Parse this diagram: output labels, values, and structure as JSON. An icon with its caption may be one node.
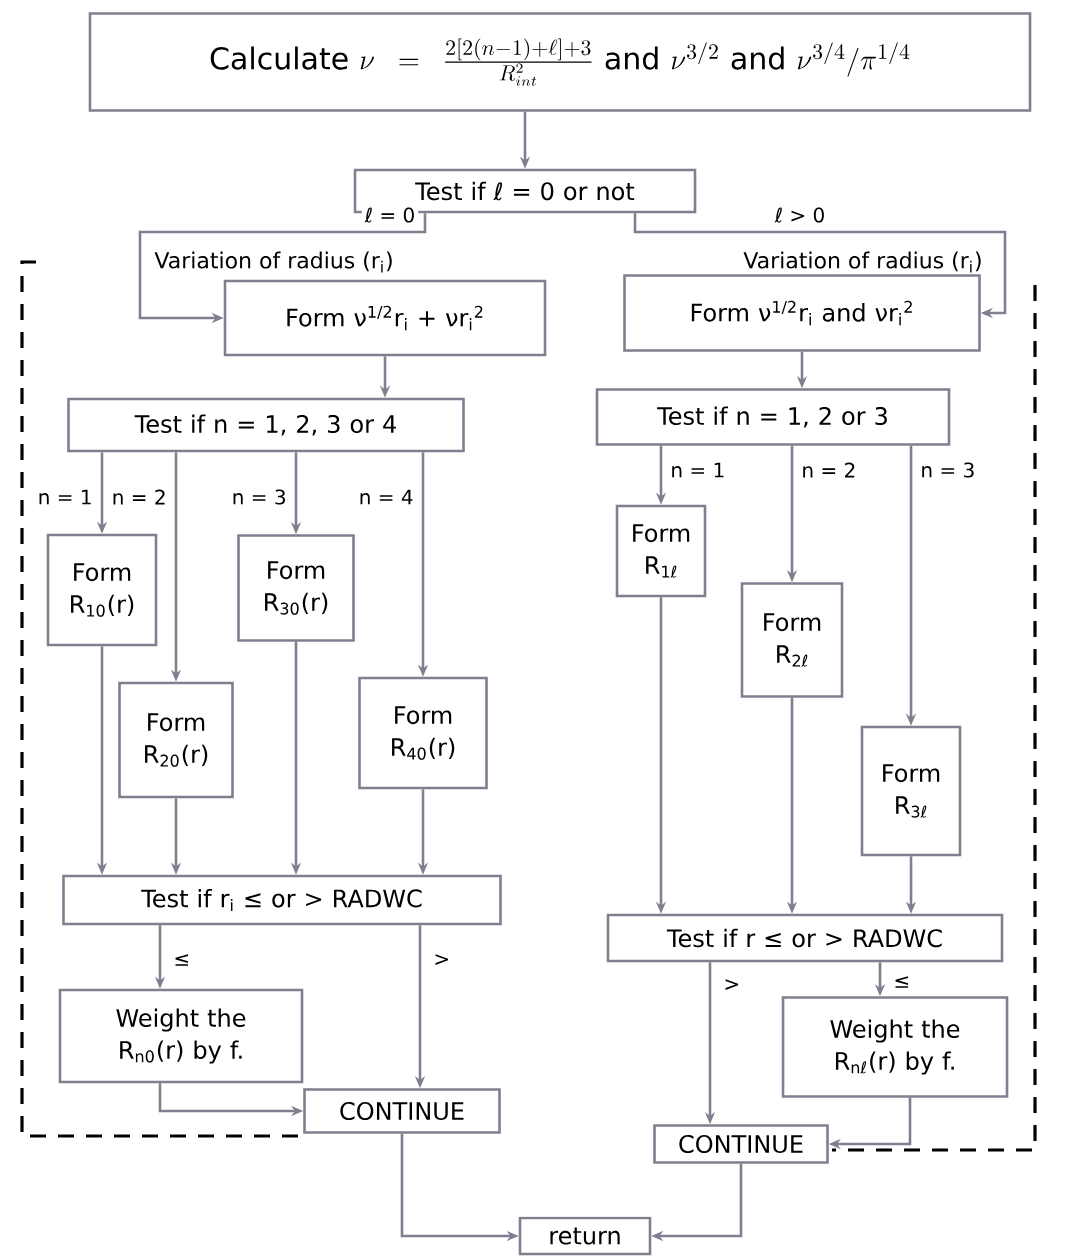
{
  "diagram": {
    "nodes": [
      {
        "text": [
          "\\text{Calculate } \\nu = \\frac{2[2(n-1)+\\ell]+3}{R_{int}^{2}} \\text{ and } \\nu^{3/2} \\text{ and } \\nu^{3/4}/\\pi^{1/4}"
        ]
      },
      {
        "text": [
          "Test if ℓ = 0 or not"
        ]
      },
      {
        "text": [
          "Form ν$^{1/2}$r$_{i}$ + νr$_{i}$$^{2}$"
        ]
      },
      {
        "text": [
          "Form ν$^{1/2}$r$_{i}$ and νr$_{i}$$^{2}$"
        ]
      },
      {
        "text": [
          "Test if n = 1, 2, 3 or 4"
        ]
      },
      {
        "text": [
          "Test if n = 1, 2 or 3"
        ]
      },
      {
        "text": [
          "Form R$_{10}$(r)"
        ]
      },
      {
        "text": [
          "Form R$_{30}$(r)"
        ]
      },
      {
        "text": [
          "Form R$_{1ℓ}$"
        ]
      },
      {
        "text": [
          "Form R$_{20}$(r)"
        ]
      },
      {
        "text": [
          "Form R$_{40}$(r)"
        ]
      },
      {
        "text": [
          "Form R$_{2ℓ}$"
        ]
      },
      {
        "text": [
          "Form R$_{3ℓ}$"
        ]
      },
      {
        "text": [
          "Test if r$_{i}$ ≤ or > RADWC"
        ]
      },
      {
        "text": [
          "Test if r ≤ or > RADWC"
        ]
      },
      {
        "text": [
          "Weight the R$_{n0}$(r) by f."
        ]
      },
      {
        "text": [
          "Weight the R$_{nℓ}$(r) by f."
        ]
      },
      {
        "text": [
          "CONTINUE"
        ]
      },
      {
        "text": [
          "CONTINUE"
        ]
      },
      {
        "text": [
          "return"
        ]
      }
    ],
    "edges": [
      {
        "from": 0,
        "to": 1,
        "arrow": "to"
      },
      {
        "from": 1,
        "to": 2,
        "arrow": "to",
        "label": "ℓ = 0"
      },
      {
        "from": 1,
        "to": 3,
        "arrow": "to",
        "label": "ℓ > 0"
      },
      {
        "from": 2,
        "to": 4,
        "arrow": "to"
      },
      {
        "from": 3,
        "to": 5,
        "arrow": "to"
      },
      {
        "from": 4,
        "to": 6,
        "arrow": "to",
        "label": "n = 1"
      },
      {
        "from": 4,
        "to": 9,
        "arrow": "to",
        "label": "n = 2"
      },
      {
        "from": 4,
        "to": 7,
        "arrow": "to",
        "label": "n = 3"
      },
      {
        "from": 4,
        "to": 10,
        "arrow": "to",
        "label": "n = 4"
      },
      {
        "from": 5,
        "to": 8,
        "arrow": "to",
        "label": "n = 1"
      },
      {
        "from": 5,
        "to": 11,
        "arrow": "to",
        "label": "n = 2"
      },
      {
        "from": 5,
        "to": 12,
        "arrow": "to",
        "label": "n = 3"
      },
      {
        "from": 6,
        "to": 13,
        "arrow": "to"
      },
      {
        "from": 9,
        "to": 13,
        "arrow": "to"
      },
      {
        "from": 7,
        "to": 13,
        "arrow": "to"
      },
      {
        "from": 10,
        "to": 13,
        "arrow": "to"
      },
      {
        "from": 8,
        "to": 14,
        "arrow": "to"
      },
      {
        "from": 11,
        "to": 14,
        "arrow": "to"
      },
      {
        "from": 12,
        "to": 14,
        "arrow": "to"
      },
      {
        "from": 13,
        "to": 15,
        "arrow": "to",
        "label": "≤"
      },
      {
        "from": 13,
        "to": 17,
        "arrow": "to",
        "label": ">"
      },
      {
        "from": 14,
        "to": 18,
        "arrow": "to",
        "label": ">"
      },
      {
        "from": 14,
        "to": 16,
        "arrow": "to",
        "label": "≤"
      },
      {
        "from": 15,
        "to": 17,
        "arrow": "to"
      },
      {
        "from": 16,
        "to": 18,
        "arrow": "to"
      },
      {
        "from": 17,
        "to": 19,
        "arrow": "to"
      },
      {
        "from": 18,
        "to": 19,
        "arrow": "to"
      }
    ],
    "labels": [
      "Variation of radius (r$_{i}$)",
      "Variation of radius (r$_{i}$)"
    ]
  }
}
